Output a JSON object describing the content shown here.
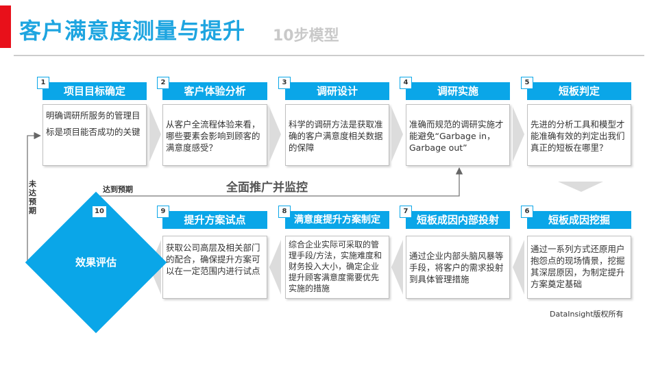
{
  "header": {
    "title": "客户满意度测量与提升",
    "subtitle": "10步模型"
  },
  "steps": [
    {
      "num": "1",
      "title": "项目目标确定",
      "desc": "明确调研所服务的管理目标是项目能否成功的关键"
    },
    {
      "num": "2",
      "title": "客户体验分析",
      "desc": "从客户全流程体验来看，哪些要素会影响到顾客的满意度感受？"
    },
    {
      "num": "3",
      "title": "调研设计",
      "desc": "科学的调研方法是获取准确的客户满意度相关数据的保障"
    },
    {
      "num": "4",
      "title": "调研实施",
      "desc": "准确而规范的调研实施才能避免“Garbage in，Garbage out”"
    },
    {
      "num": "5",
      "title": "短板判定",
      "desc": "先进的分析工具和模型才能准确有效的判定出我们真正的短板在哪里？"
    },
    {
      "num": "6",
      "title": "短板成因挖掘",
      "desc": "通过一系列方式还原用户抱怨点的现场情景，挖掘其深层原因，为制定提升方案奠定基础"
    },
    {
      "num": "7",
      "title": "短板成因内部投射",
      "desc": "通过企业内部头脑风暴等手段，将客户的需求投射到具体管理措施"
    },
    {
      "num": "8",
      "title": "满意度提升方案制定",
      "desc": "综合企业实际可采取的管理手段/方法，实施难度和财务投入大小，确定企业提升顾客满意度需要优先实施的措施"
    },
    {
      "num": "9",
      "title": "提升方案试点",
      "desc": "获取公司高层及相关部门的配合，确保提升方案可以在一定范围内进行试点"
    },
    {
      "num": "10",
      "title": "效果评估"
    }
  ],
  "labels": {
    "promote": "全面推广并监控",
    "reached": "达到预期",
    "not_reached": "未达预期"
  },
  "footer": "DataInsight版权所有",
  "colors": {
    "accent": "#0aa6e8",
    "title": "#1ea5e0",
    "red": "#e8101a",
    "chevron": "#dcdcdc"
  }
}
